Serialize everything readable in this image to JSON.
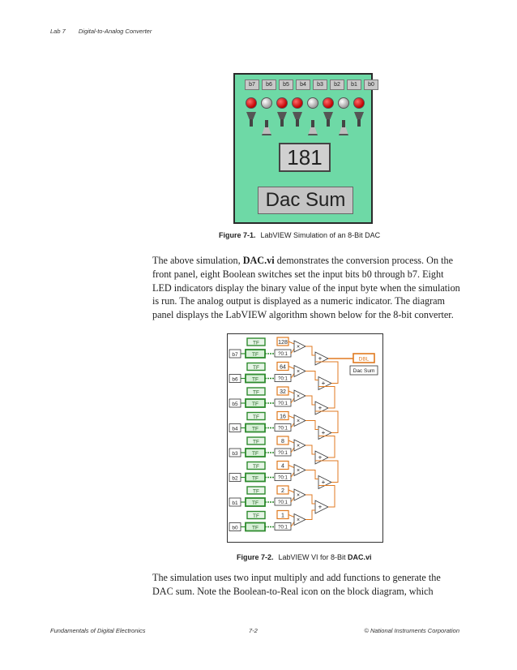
{
  "header": {
    "lab": "Lab 7",
    "title": "Digital-to-Analog Converter"
  },
  "figure1": {
    "bit_labels": [
      "b7",
      "b6",
      "b5",
      "b4",
      "b3",
      "b2",
      "b1",
      "b0"
    ],
    "led_states": [
      1,
      0,
      1,
      1,
      0,
      1,
      0,
      1
    ],
    "numeric_value": "181",
    "sum_label": "Dac Sum",
    "caption_label": "Figure 7-1.",
    "caption_text": "LabVIEW Simulation of an 8-Bit DAC"
  },
  "paragraph1": {
    "before": "The above simulation, ",
    "vi_name": "DAC.vi",
    "after": " demonstrates the conversion process. On the front panel, eight Boolean switches set the input bits b0 through b7. Eight LED indicators display the binary value of the input byte when the simulation is run. The analog output is displayed as a numeric indicator. The diagram panel displays the LabVIEW algorithm shown below for the 8-bit converter."
  },
  "figure2": {
    "bit_labels": [
      "b7",
      "b6",
      "b5",
      "b4",
      "b3",
      "b2",
      "b1",
      "b0"
    ],
    "weights": [
      "128",
      "64",
      "32",
      "16",
      "8",
      "4",
      "2",
      "1"
    ],
    "tf_label": "TF",
    "convert_label": "?0:1",
    "multiply_symbol": "×",
    "add_symbol": "+",
    "output_type": "DBL",
    "output_label": "Dac Sum",
    "caption_label": "Figure 7-2.",
    "caption_text_prefix": "LabVIEW VI for 8-Bit ",
    "caption_vi": "DAC.vi"
  },
  "paragraph2": {
    "text": "The simulation uses two input multiply and add functions to generate the DAC sum. Note the Boolean-to-Real icon on the block diagram, which"
  },
  "footer": {
    "left": "Fundamentals of Digital Electronics",
    "center": "7-2",
    "right": "© National Instruments Corporation"
  },
  "colors": {
    "panel_green": "#6ed9a6",
    "led_on": "#c00000",
    "wire_green": "#2e8b2e",
    "wire_orange": "#e07a20"
  }
}
